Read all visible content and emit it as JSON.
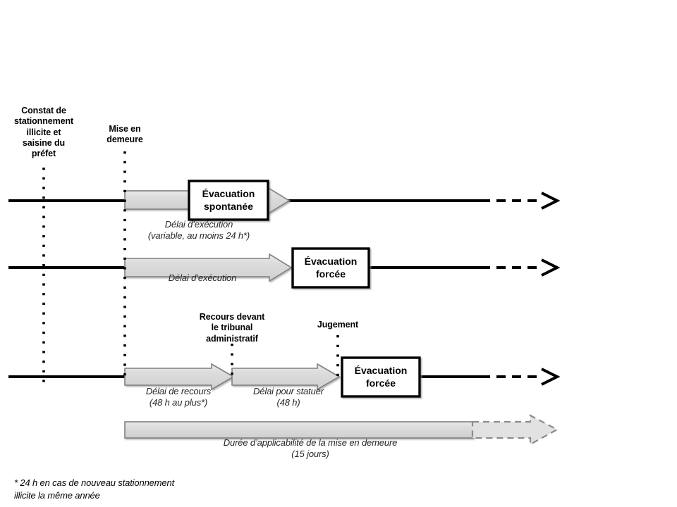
{
  "diagram": {
    "title_text": "",
    "colors": {
      "axis": "#000000",
      "bar_fill": "#d4d4d4",
      "bar_stroke": "#808080",
      "box_stroke": "#000000",
      "text": "#000000",
      "delay_text": "#262626"
    },
    "events": [
      {
        "id": "constat",
        "label": "Constat de\nstationnement\nillicite et\nsaisine du\npréfet"
      },
      {
        "id": "mise-en-demeure",
        "label": "Mise en\ndemeure"
      },
      {
        "id": "recours",
        "label": "Recours devant\nle tribunal\nadministratif"
      },
      {
        "id": "jugement",
        "label": "Jugement"
      }
    ],
    "boxes": [
      {
        "id": "evacuation-spontanee",
        "label": "Évacuation\nspontanée"
      },
      {
        "id": "evacuation-forcee-2",
        "label": "Évacuation\nforcée"
      },
      {
        "id": "evacuation-forcee-3",
        "label": "Évacuation\nforcée"
      }
    ],
    "delays": [
      {
        "id": "delai-execution-spontanee",
        "label": "Délai d’exécution\n(variable, au moins 24 h*)"
      },
      {
        "id": "delai-execution-forcee",
        "label": "Délai d’exécution"
      },
      {
        "id": "delai-de-recours",
        "label": "Délai de recours\n(48 h au plus*)"
      },
      {
        "id": "delai-pour-statuer",
        "label": "Délai pour statuer\n(48 h)"
      },
      {
        "id": "duree-applicabilite",
        "label": "Durée d’applicabilité de la mise en demeure\n(15 jours)"
      }
    ],
    "footnote": {
      "text": "* 24 h en cas de nouveau stationnement\nillicite  la même année"
    }
  }
}
